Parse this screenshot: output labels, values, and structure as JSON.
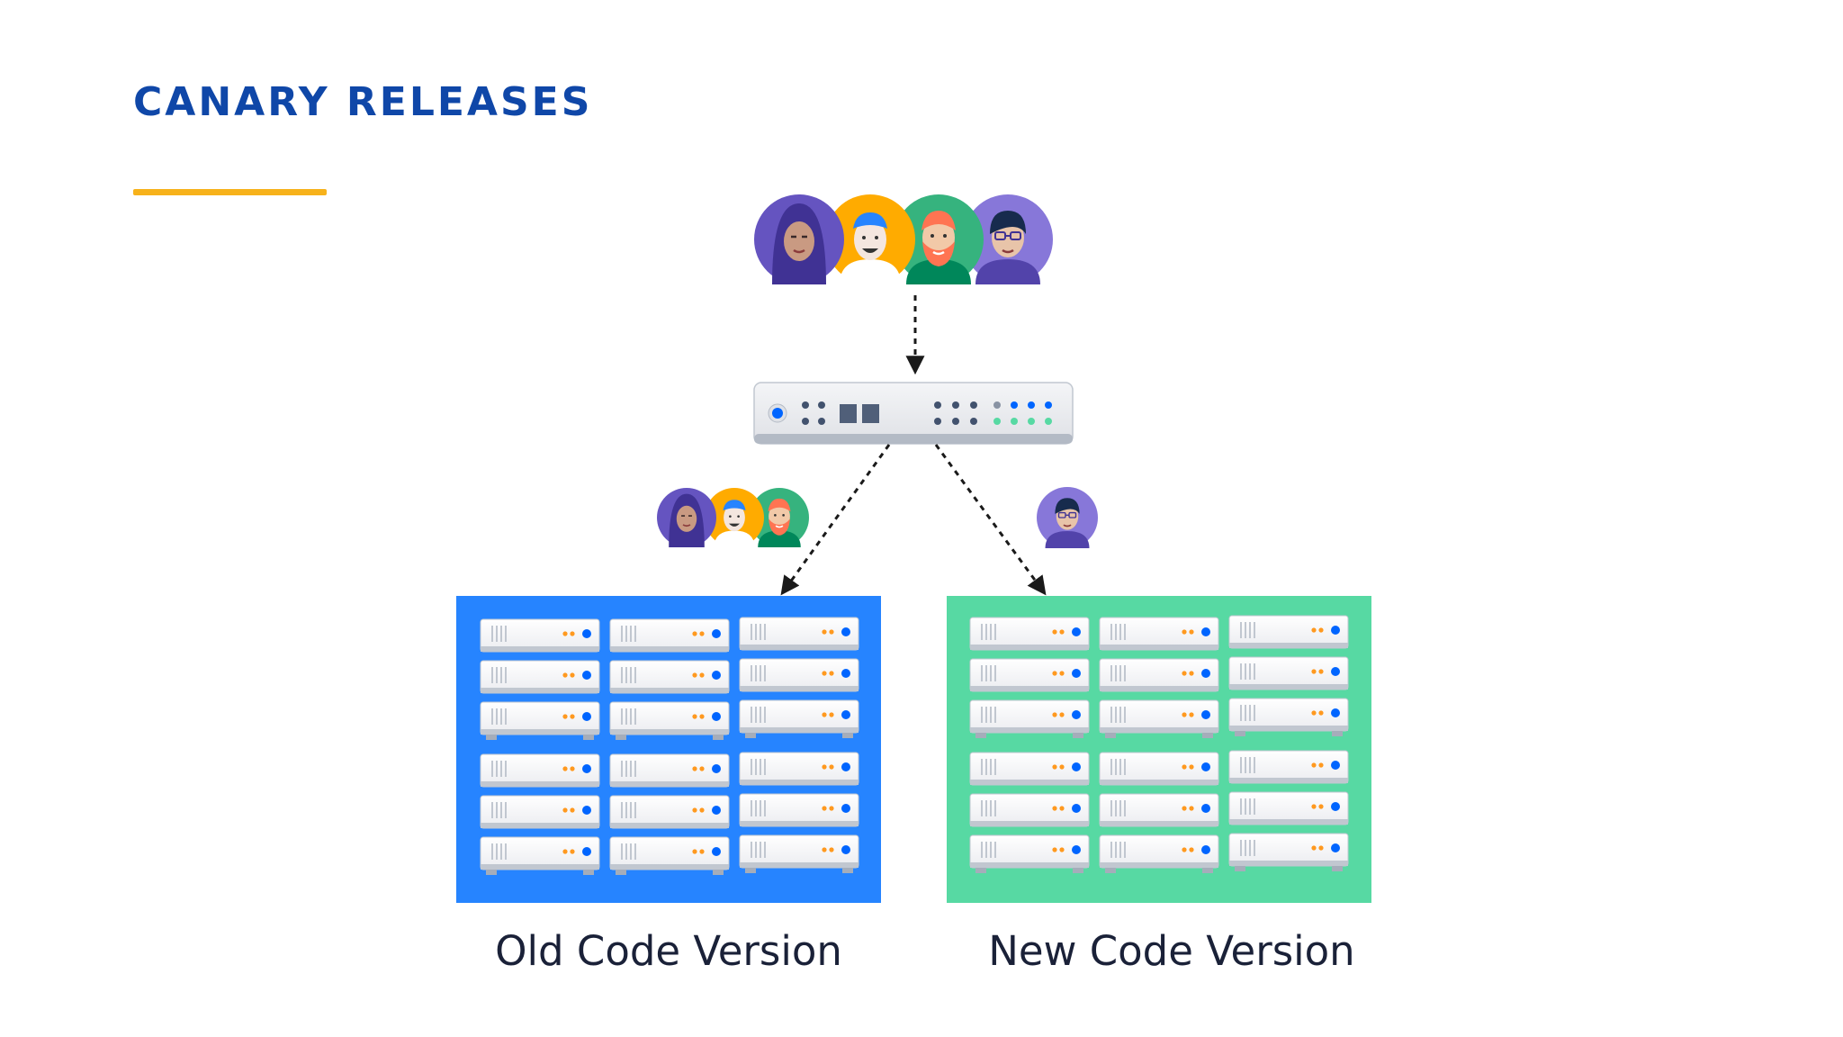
{
  "title": "CANARY RELEASES",
  "colors": {
    "title": "#0f47a8",
    "title_rule": "#f7b21b",
    "old_rack": "#2684ff",
    "new_rack": "#57d9a3",
    "server_led": "#0065ff",
    "server_dot": "#ff991f"
  },
  "users": {
    "all": [
      "user-hijab-avatar-icon",
      "user-blue-hair-avatar-icon",
      "user-red-beard-avatar-icon",
      "user-glasses-avatar-icon"
    ],
    "old_group": [
      "user-hijab-avatar-icon",
      "user-blue-hair-avatar-icon",
      "user-red-beard-avatar-icon"
    ],
    "new_group": [
      "user-glasses-avatar-icon"
    ]
  },
  "load_balancer_icon": "network-switch-icon",
  "old_version": {
    "label": "Old Code Version",
    "icon": "server-rack-icon"
  },
  "new_version": {
    "label": "New Code Version",
    "icon": "server-rack-icon"
  }
}
